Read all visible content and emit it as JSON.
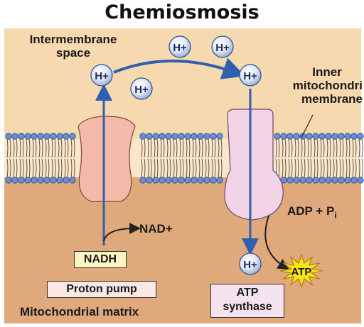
{
  "title": "Chemiosmosis",
  "labels": {
    "intermembrane_line1": "Intermembrane",
    "intermembrane_line2": "space",
    "inner_line1": "Inner",
    "inner_line2": "mitochondri",
    "inner_line3": "membrane",
    "adp_pi": "ADP + P",
    "adp_pi_sub": "i",
    "nad_plus": "NAD+",
    "nadh": "NADH",
    "proton_pump": "Proton pump",
    "matrix": "Mitochondrial matrix",
    "atp_synthase_line1": "ATP",
    "atp_synthase_line2": "synthase",
    "atp": "ATP",
    "h_plus": "H+"
  },
  "colors": {
    "intermembrane_bg": "#f7d9b0",
    "matrix_bg": "#e0a97c",
    "arrow_blue": "#2f5fae",
    "pump_fill": "#f3b9a9",
    "synthase_fill": "#f2d4e6",
    "atp_star": "#f6e51a",
    "label_box": "#fbf5c4"
  }
}
